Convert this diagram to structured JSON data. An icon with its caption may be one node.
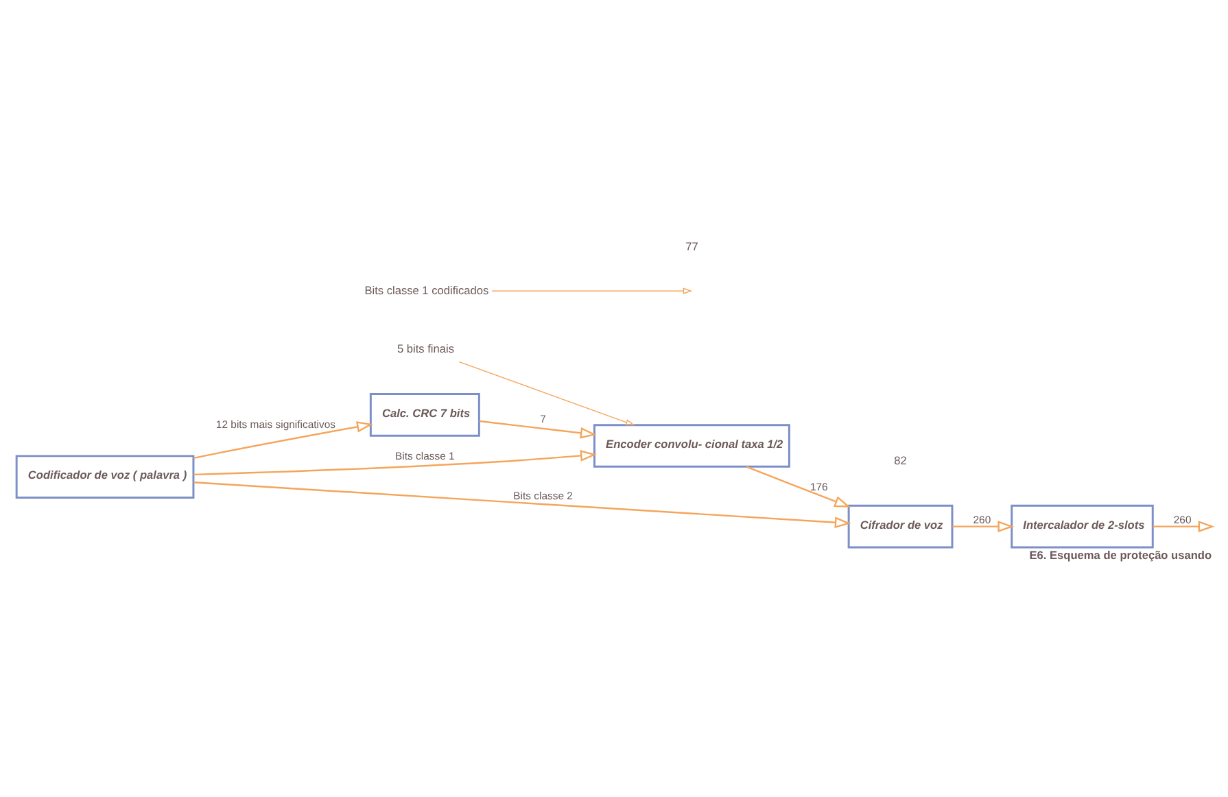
{
  "diagram": {
    "caption": "E6. Esquema de proteção usando",
    "nodes": [
      {
        "text": [
          "Codificador de voz ( palavra )"
        ]
      },
      {
        "text": [
          "Calc. CRC 7 bits"
        ]
      },
      {
        "text": [
          "Encoder convolu- cional taxa 1/2"
        ]
      },
      {
        "text": [
          "Cifrador de voz"
        ]
      },
      {
        "text": [
          "Intercalador de 2-slots"
        ]
      },
      {
        "text": [
          "5 bits finais"
        ]
      },
      {
        "text": [
          "Bits classe 1 codificados"
        ]
      }
    ],
    "edges": [
      {
        "from": 0,
        "to": 1,
        "arrow": "to",
        "label": "12 bits mais significativos"
      },
      {
        "from": 1,
        "to": 2,
        "arrow": "to",
        "label": "7"
      },
      {
        "from": 0,
        "to": 2,
        "arrow": "to",
        "label": "Bits classe 1"
      },
      {
        "from": 5,
        "to": 2,
        "arrow": "to"
      },
      {
        "from": 2,
        "to": 3,
        "arrow": "to",
        "label": "176"
      },
      {
        "from": 6,
        "to": null,
        "arrow": "to"
      },
      {
        "from": 0,
        "to": 3,
        "arrow": "to",
        "label": "Bits classe 2"
      },
      {
        "from": 3,
        "to": 4,
        "arrow": "to",
        "label": "260"
      },
      {
        "from": 4,
        "to": null,
        "arrow": "to",
        "label": "260"
      }
    ],
    "labels": [
      "77",
      "82"
    ]
  }
}
